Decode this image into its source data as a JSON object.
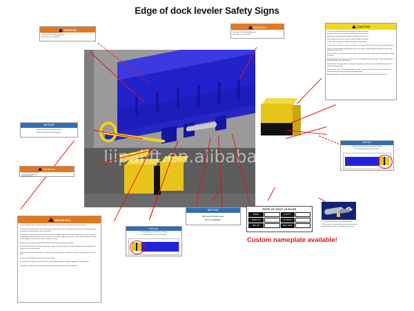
{
  "page": {
    "title": "Edge of dock leveler Safety Signs",
    "watermark": "liipalift.en.alibaba.com",
    "custom_nameplate_note": "Custom nameplate available!"
  },
  "headers": {
    "warning": "WARNING",
    "caution": "CAUTION",
    "notice": "NOTICE"
  },
  "signs": {
    "warning_top_left": {
      "header": "WARNING",
      "lines": [
        "Use caution when lifting or moving the dock leveler.",
        "Do not attempt to lift without suitable handling equipment",
        "capable of lifting as much as 360kg (800 lbs)."
      ]
    },
    "warning_top_center": {
      "header": "WARNING",
      "lines": [
        "Use caution when lifting or moving the dock leveler.",
        "Do not attempt to lift without suitable handling equipment",
        "capable of lifting as much as 360kg (800 lbs)."
      ]
    },
    "caution_right": {
      "header": "CAUTION",
      "intro": [
        "The Dock Leveler will provide years of efficient operation if properly",
        "maintained. Preventive maintenance should be performed every six",
        "months or as needed for normal usage. For efficient operation and",
        "proper maintenance of Dock Levelers used for multiple shifts and/or",
        "normal usage, maintenance should be performed every 30 days."
      ],
      "items": [
        "Cleaning: Check hinge holes area for any debris. Clean hinges with wire brush to remove any foreign objects.",
        "Grease: The unit should be greased twice a year or as needed - grease fittings are located in the lip / ramp hinge tubes of the leveler.",
        "Structural Check: Check unit over for any obvious structural wear. Check hinge tubes for any signs of cracking or wearing.",
        "Spring Assembly: Check spring assembly to assure a proper float in the leveler deck. Check Spring winding tube fixing bolts for any signs of loose.",
        "Handle Check: Check grip handle for any signs of bending or cracking, improper handle bend may result in unit not latching properly.",
        "Lip kickout bar: Check the bar and bar holder for signs of wear on surfaces. Too much wear can decrease height up off-centers and may keep bar from disengaging.",
        "Any damaged parts should be replaced immediately and can be purchased from the manufacturer."
      ]
    },
    "warning_bottom_left": {
      "header": "WARNING",
      "items": [
        "Do not install the leveler, operate and/or service unless you have been trained and authorized to do so.",
        "Do not install, operate and/or service this leveler until you have read and understood all of the safety information and instructions contained herein and on the leveler.",
        "Do not operate this leveler until you have checked its condition. Report the need for leveler repairs to your supervisor immediately and do not operate leveler until repairs are made. Neglect may cause a critical repair to become a major service problem and cause the leveler to become unsafe.",
        "Never try to lift or move any part of the Dock Leveler without using the grip handle.",
        "Keep hands and feet clear of dock leveler pinch points at all times. Never use hands to lift dock ramp and/or lip onto vehicle or to store dock leveler.",
        "Do not drive on leveler unless lip is securely on vehicle bed and has a minimum of 100mm (4\") projection on vehicle bed.",
        "Do not exceed 5.44t/h when driving over dock leveler.",
        "Do not drive over edges of the leveler pan, or dock bumper supports (bumper supports are not structural).",
        "The vehicle should never be allowed to depart with the lip plate resting on the load bed."
      ]
    },
    "warning_bottom_right": {
      "header": "WARNING",
      "lines": [
        "Keep hands and feet clear of pinch points.",
        "Do not operate unless properly trained.",
        "Stand clear during operation."
      ]
    },
    "notice_grip_handle": {
      "header": "NOTICE",
      "lines": [
        "To prevent damage to the grip handle,",
        "Please return it to the stored position."
      ]
    },
    "notice_drill_hole": {
      "header": "NOTICE",
      "lines": [
        "Drill hole for factory tests.",
        "Not for installation."
      ]
    },
    "notice_bottom_center": {
      "header": "NOTICE",
      "lines": [
        "Left hand bumper (as viewed when standing",
        "on the driveway in front of the dock leveler)."
      ]
    },
    "notice_right_bumper": {
      "header": "NOTICE",
      "lines": [
        "Right hand dock bumper (as viewed when standing",
        "on the driveway in front of the dock leveler)."
      ]
    }
  },
  "nameplate": {
    "title": "EDGE OF DOCK LEVELER",
    "fields": [
      {
        "label": "MODEL",
        "value": ""
      },
      {
        "label": "CAPACITY",
        "value": ""
      },
      {
        "label": "SERIAL NO",
        "value": ""
      },
      {
        "label": "LIP LENGTH",
        "value": ""
      },
      {
        "label": "MFG. NO",
        "value": ""
      },
      {
        "label": "MFG. DATE",
        "value": ""
      }
    ]
  },
  "photo_card": {
    "instructions": [
      "1. Loosen the set screws in spring winding tube.",
      "2. Place wrench on spring and rotate spring clockwise to approximately the spec. Then tighten the set screws."
    ],
    "arrow_label": "↷"
  },
  "colors": {
    "warning_orange": "#e8761a",
    "caution_yellow": "#f2d71a",
    "notice_blue": "#2f6fb5",
    "leader_red": "#e81010",
    "equipment_blue": "#2222cc",
    "equipment_yellow": "#e8c41a"
  }
}
